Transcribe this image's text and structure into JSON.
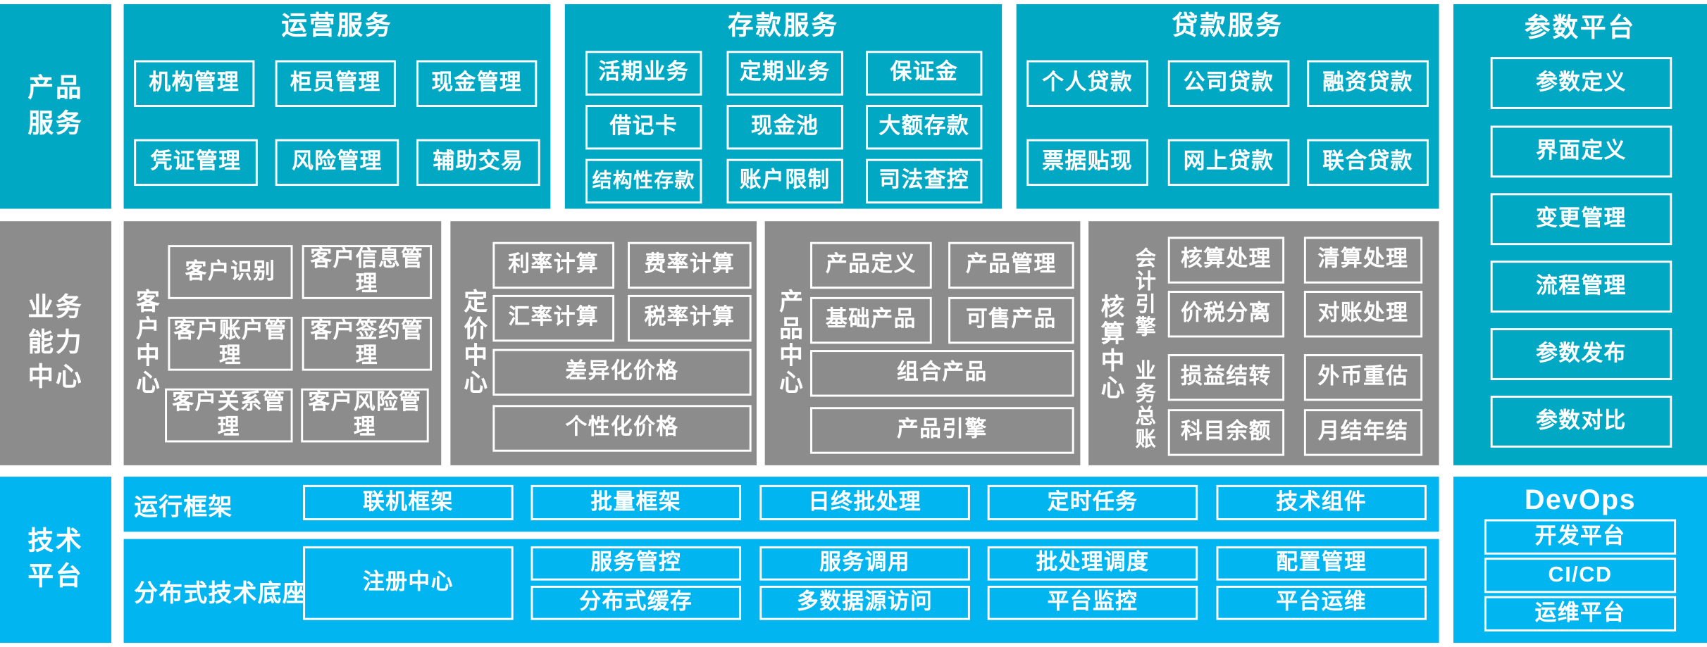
{
  "colors": {
    "teal": "#00A8C4",
    "gray": "#8C8C8C",
    "bright_blue": "#00B5F0",
    "outline": "#FFFFFF",
    "background": "#FFFFFF"
  },
  "layers": {
    "product_service": {
      "rail_label": "产品\n服务",
      "groups": [
        {
          "title": "运营服务",
          "items": [
            "机构管理",
            "柜员管理",
            "现金管理",
            "凭证管理",
            "风险管理",
            "辅助交易"
          ]
        },
        {
          "title": "存款服务",
          "items": [
            "活期业务",
            "定期业务",
            "保证金",
            "借记卡",
            "现金池",
            "大额存款",
            "结构性存款",
            "账户限制",
            "司法查控"
          ]
        },
        {
          "title": "贷款服务",
          "items": [
            "个人贷款",
            "公司贷款",
            "融资贷款",
            "票据贴现",
            "网上贷款",
            "联合贷款"
          ]
        }
      ]
    },
    "business_capability": {
      "rail_label": "业务\n能力\n中心",
      "centers": [
        {
          "name": "客户中心",
          "items": [
            "客户识别",
            "客户信息管理",
            "客户账户管理",
            "客户签约管理",
            "客户关系管理",
            "客户风险管理"
          ]
        },
        {
          "name": "定价中心",
          "items": [
            "利率计算",
            "费率计算",
            "汇率计算",
            "税率计算",
            "差异化价格",
            "个性化价格"
          ]
        },
        {
          "name": "产品中心",
          "items": [
            "产品定义",
            "产品管理",
            "基础产品",
            "可售产品",
            "组合产品",
            "产品引擎"
          ]
        },
        {
          "name": "核算中心",
          "sub_labels": [
            "会计引擎",
            "业务总账"
          ],
          "items": [
            "核算处理",
            "清算处理",
            "价税分离",
            "对账处理",
            "损益结转",
            "外币重估",
            "科目余额",
            "月结年结"
          ]
        }
      ]
    },
    "technology_platform": {
      "rail_label": "技术\n平台",
      "rows": [
        {
          "label": "运行框架",
          "items": [
            "联机框架",
            "批量框架",
            "日终批处理",
            "定时任务",
            "技术组件"
          ]
        },
        {
          "label": "分布式技术底座",
          "wide_item": "注册中心",
          "columns": [
            [
              "服务管控",
              "分布式缓存"
            ],
            [
              "服务调用",
              "多数据源访问"
            ],
            [
              "批处理调度",
              "平台监控"
            ],
            [
              "配置管理",
              "平台运维"
            ]
          ]
        }
      ]
    }
  },
  "right_column": {
    "parameter_platform": {
      "title": "参数平台",
      "items": [
        "参数定义",
        "界面定义",
        "变更管理",
        "流程管理",
        "参数发布",
        "参数对比"
      ]
    },
    "devops": {
      "title": "DevOps",
      "items": [
        "开发平台",
        "CI/CD",
        "运维平台"
      ]
    }
  }
}
